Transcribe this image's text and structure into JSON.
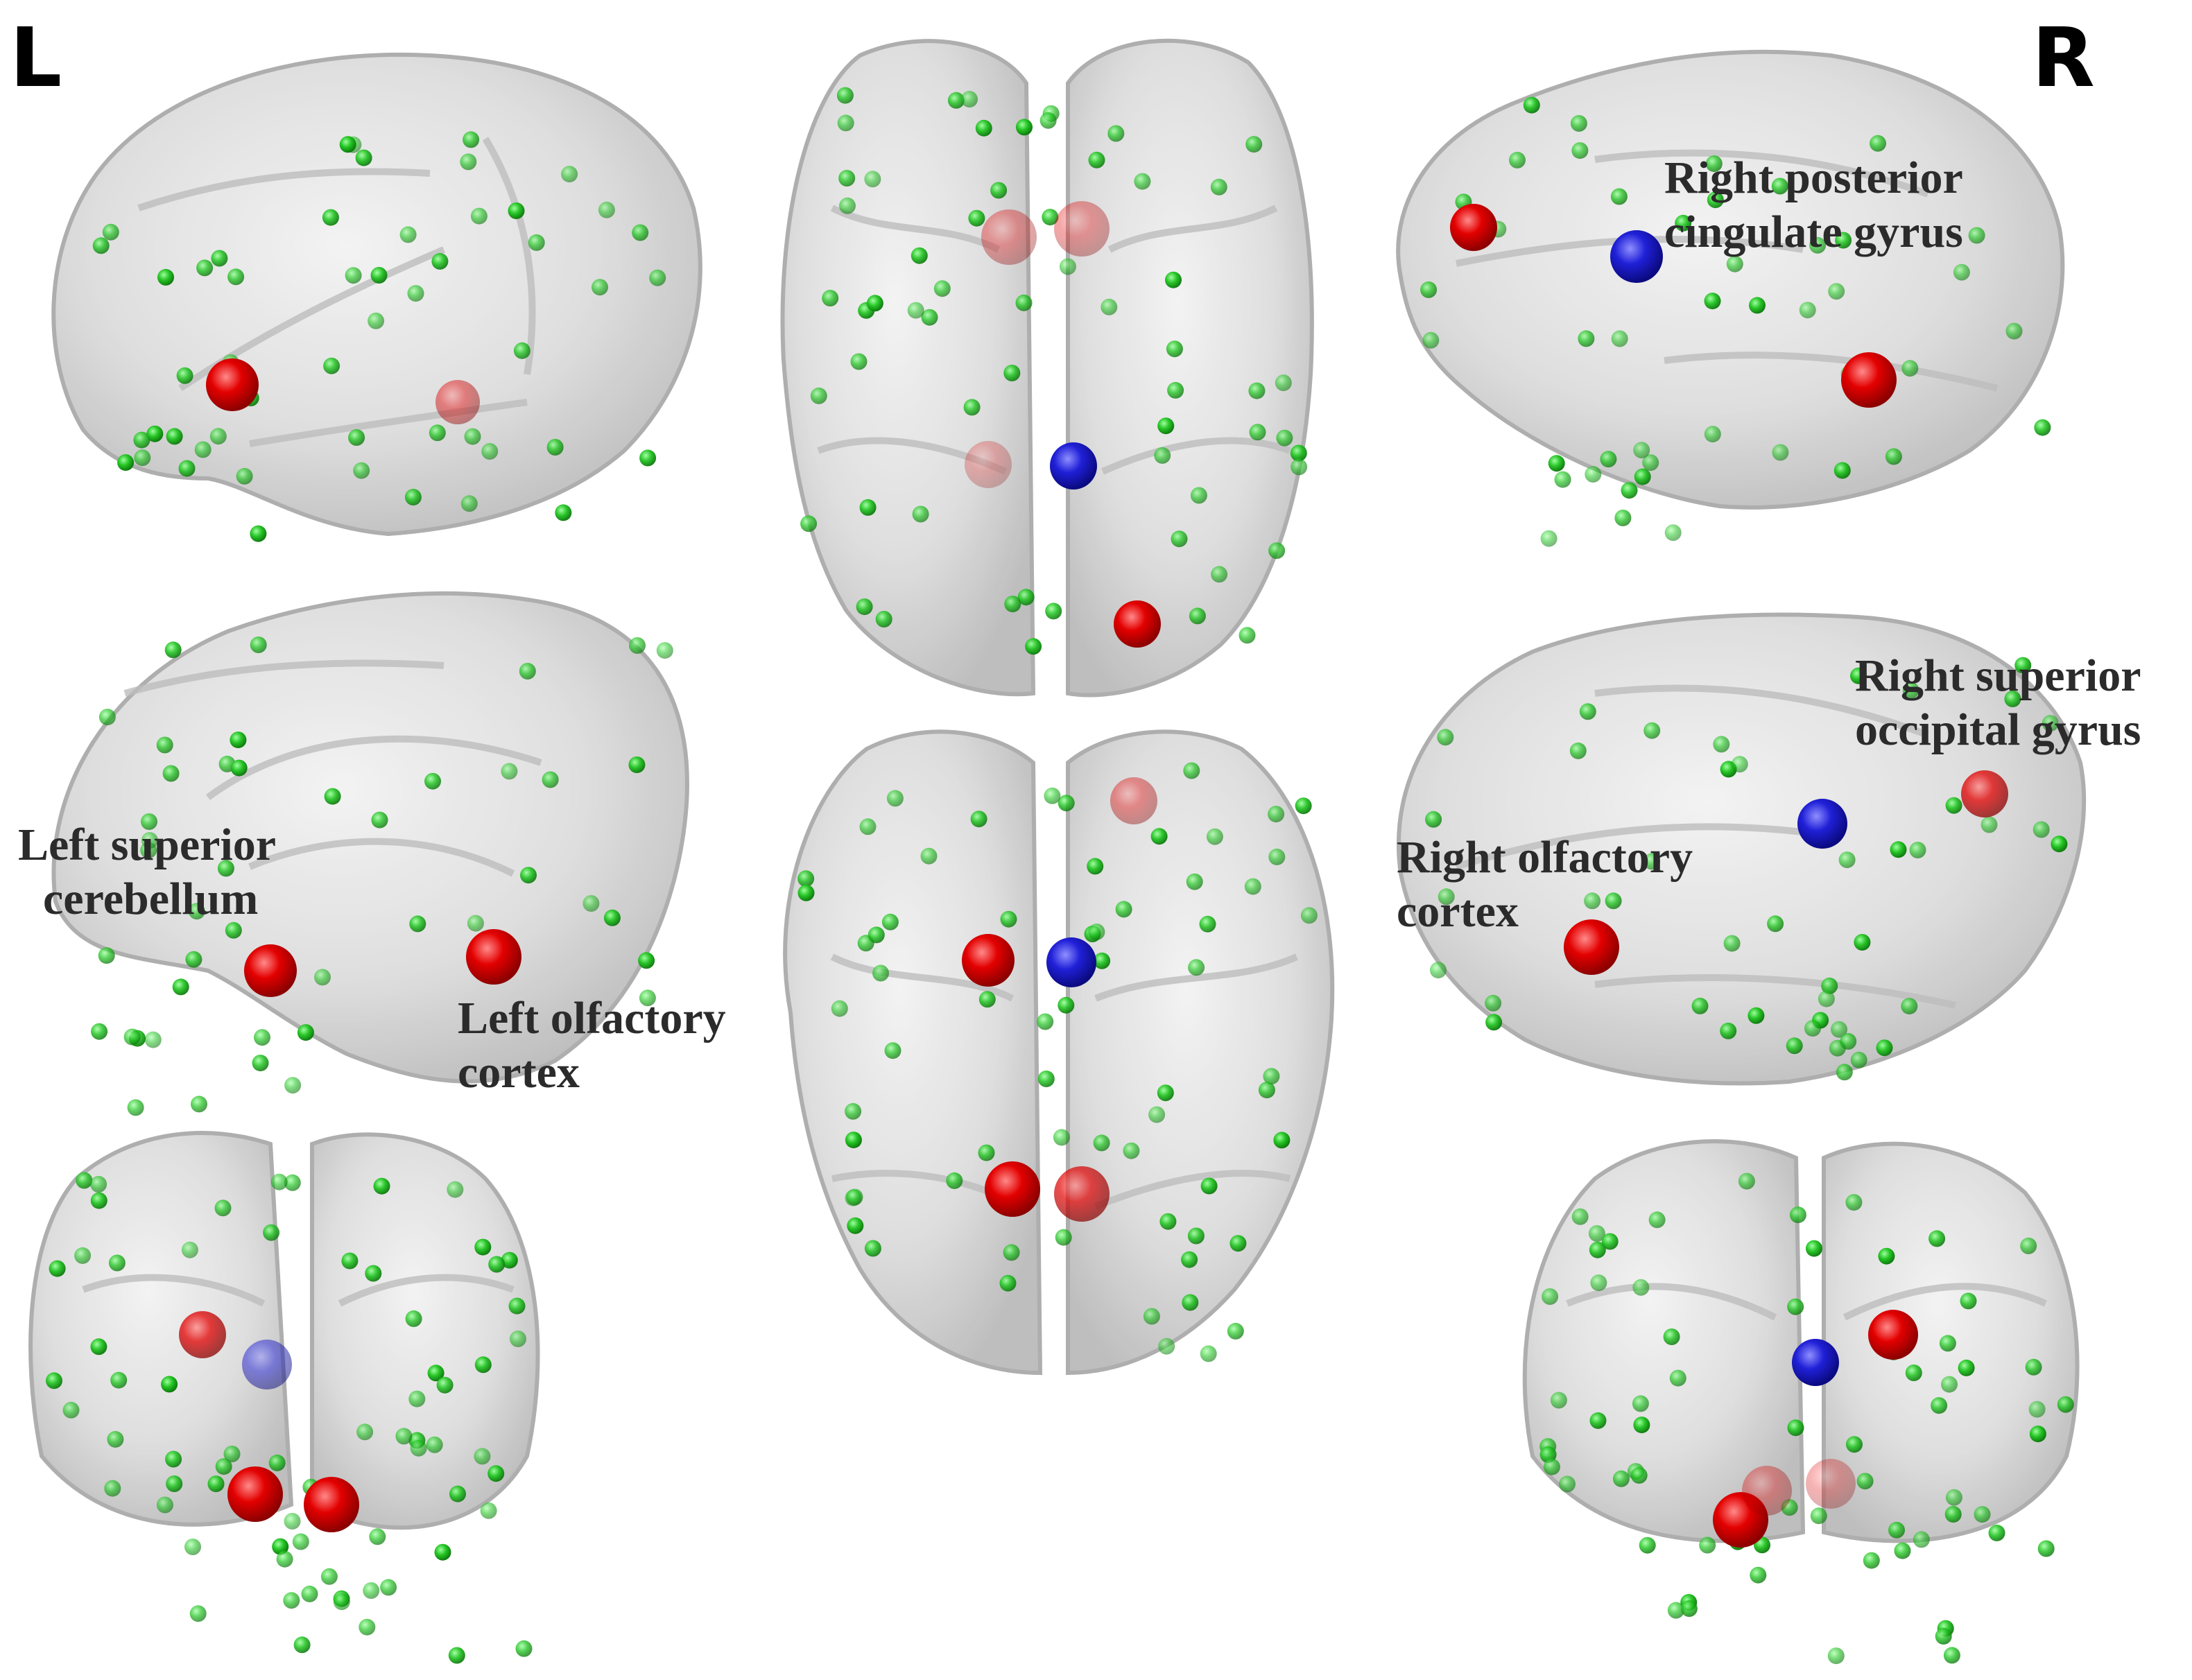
{
  "orientation": {
    "left": "L",
    "right": "R"
  },
  "annotations": {
    "right_posterior_cingulate": [
      "Right posterior",
      "cingulate gyrus"
    ],
    "left_superior_cerebellum": [
      "Left superior",
      "cerebellum"
    ],
    "left_olfactory_cortex": [
      "Left olfactory",
      "cortex"
    ],
    "right_superior_occipital": [
      "Right superior",
      "occipital gyrus"
    ],
    "right_olfactory_cortex": [
      "Right olfactory",
      "cortex"
    ]
  },
  "colors": {
    "background": "#ffffff",
    "brain_surface": "#d9d9d9",
    "node_default": "#2fcf2f",
    "node_increased": "#e00000",
    "node_decreased": "#1a1ad0"
  },
  "views": [
    "left-lateral",
    "axial-dorsal",
    "right-medial",
    "left-medial",
    "axial-ventral",
    "right-lateral",
    "frontal-coronal",
    "posterior-coronal"
  ]
}
